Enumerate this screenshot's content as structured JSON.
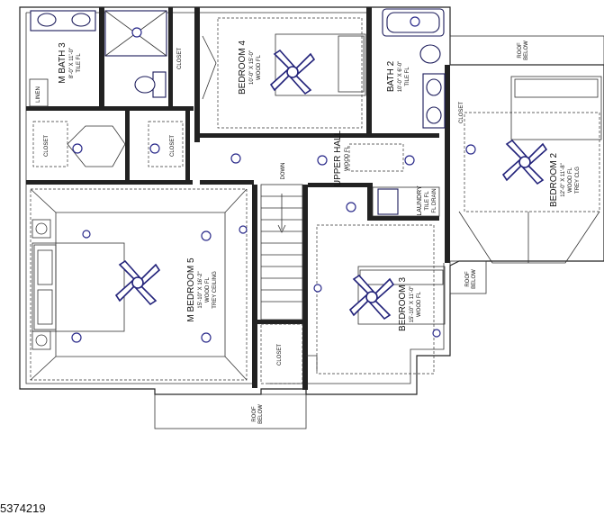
{
  "rooms": {
    "m_bath3": {
      "name": "M BATH 3",
      "dims": "8'-0\" X 11'-0\"",
      "floor": "TILE FL"
    },
    "bedroom4": {
      "name": "BEDROOM 4",
      "dims": "10'-0\" X 15'-0\"",
      "floor": "WOOD FL"
    },
    "bath2": {
      "name": "BATH 2",
      "dims": "10'-0\" X 6'-0\"",
      "floor": "TILE FL"
    },
    "bedroom2": {
      "name": "BEDROOM 2",
      "dims": "12'-0\" X 11'-8\"",
      "floor": "WOOD FL",
      "ceiling": "TREY CLG"
    },
    "upper_hall": {
      "name": "UPPER HALL",
      "floor": "WOOD FL"
    },
    "laundry": {
      "name": "LAUNDRY",
      "floor": "TILE FL",
      "extra": "FL DRAIN"
    },
    "m_bedroom5": {
      "name": "M BEDROOM 5",
      "dims": "15'-10\" X 16'-2\"",
      "floor": "WOOD FL",
      "ceiling": "TREY CEILING"
    },
    "bedroom3": {
      "name": "BEDROOM 3",
      "dims": "15'-10\" X 11'-0\"",
      "floor": "WOOD FL"
    }
  },
  "labels": {
    "linen": "LINEN",
    "closet": "CLOSET",
    "down": "DOWN",
    "roof_below_line1": "ROOF",
    "roof_below_line2": "BELOW"
  },
  "listing_number": "5374219"
}
